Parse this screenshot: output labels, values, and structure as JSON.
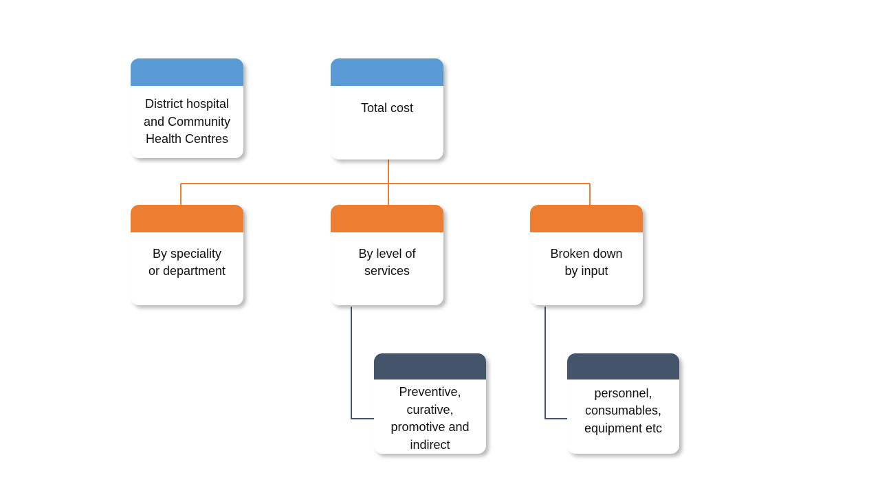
{
  "colors": {
    "blue": "#5b9bd5",
    "orange": "#ed7d31",
    "navy": "#44546a",
    "orange_connector": "#ed7d31",
    "navy_connector": "#44546a"
  },
  "nodes": {
    "district": {
      "label": "District hospital\nand Community\nHealth Centres"
    },
    "total_cost": {
      "label": "Total cost"
    },
    "speciality": {
      "label": "By speciality\nor department"
    },
    "level": {
      "label": "By level of\nservices"
    },
    "input": {
      "label": "Broken down\nby input"
    },
    "preventive": {
      "label": "Preventive,\ncurative,\npromotive and\nindirect"
    },
    "personnel": {
      "label": "personnel,\nconsumables,\nequipment etc"
    }
  }
}
